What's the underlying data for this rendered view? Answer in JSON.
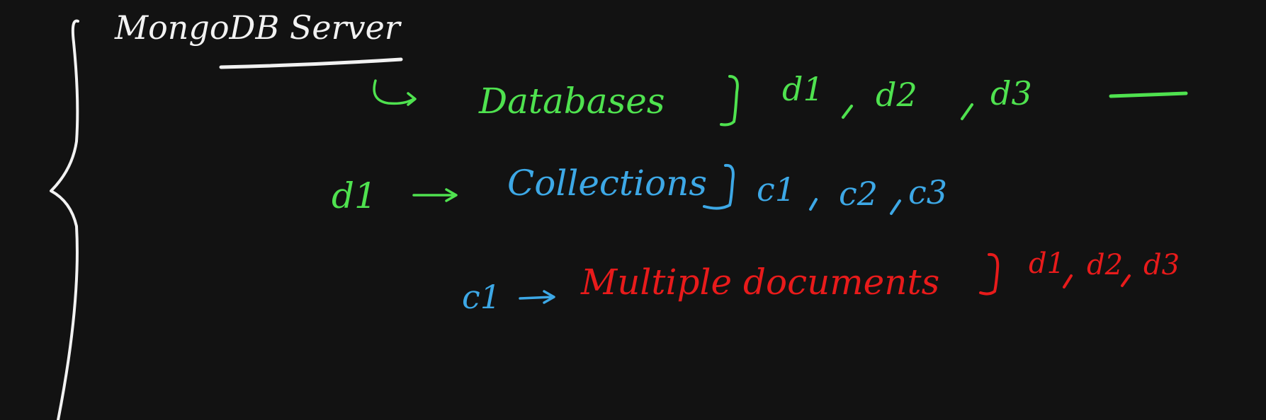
{
  "title": "MongoDB Server",
  "rows": [
    {
      "prefix": "",
      "label": "Databases",
      "items": [
        "d1",
        "d2",
        "d3"
      ],
      "color": "#4fe24f"
    },
    {
      "prefix": "d1",
      "label": "Collections",
      "items": [
        "c1",
        "c2",
        "c3"
      ],
      "color": "#3da8e6"
    },
    {
      "prefix": "c1",
      "label": "Multiple documents",
      "items": [
        "d1",
        "d2",
        "d3"
      ],
      "color": "#e81b1b",
      "prefix_color": "#3da8e6"
    }
  ],
  "colors": {
    "background": "#121212",
    "ink_white": "#f2f2f2"
  }
}
